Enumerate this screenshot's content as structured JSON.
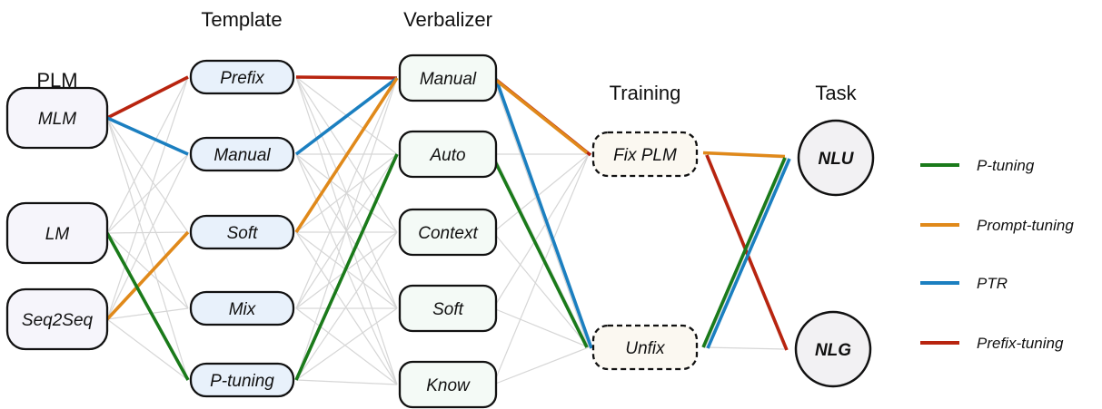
{
  "columns": {
    "plm": {
      "title": "PLM",
      "nodes": [
        {
          "id": "mlm",
          "label": "MLM"
        },
        {
          "id": "lm",
          "label": "LM"
        },
        {
          "id": "seq2seq",
          "label": "Seq2Seq"
        }
      ]
    },
    "template": {
      "title": "Template",
      "nodes": [
        {
          "id": "prefix",
          "label": "Prefix"
        },
        {
          "id": "manual",
          "label": "Manual"
        },
        {
          "id": "soft",
          "label": "Soft"
        },
        {
          "id": "mix",
          "label": "Mix"
        },
        {
          "id": "ptuning",
          "label": "P-tuning"
        }
      ]
    },
    "verbalizer": {
      "title": "Verbalizer",
      "nodes": [
        {
          "id": "manual",
          "label": "Manual"
        },
        {
          "id": "auto",
          "label": "Auto"
        },
        {
          "id": "context",
          "label": "Context"
        },
        {
          "id": "soft",
          "label": "Soft"
        },
        {
          "id": "know",
          "label": "Know"
        }
      ]
    },
    "training": {
      "title": "Training",
      "nodes": [
        {
          "id": "fixplm",
          "label": "Fix PLM"
        },
        {
          "id": "unfix",
          "label": "Unfix"
        }
      ]
    },
    "task": {
      "title": "Task",
      "nodes": [
        {
          "id": "nlu",
          "label": "NLU"
        },
        {
          "id": "nlg",
          "label": "NLG"
        }
      ]
    }
  },
  "colors": {
    "P-tuning": "#1a7a1a",
    "Prompt-tuning": "#e0891a",
    "PTR": "#1b7fc0",
    "Prefix-tuning": "#b8240f",
    "gray_edge": "#d6d6d6",
    "plm_fill": "#f6f5fb",
    "template_fill": "#e8f1fb",
    "verbalizer_fill": "#f4faf6",
    "training_fill": "#fbf8f1",
    "task_fill": "#f2f1f3"
  },
  "legend": [
    {
      "label": "P-tuning",
      "color_key": "P-tuning"
    },
    {
      "label": "Prompt-tuning",
      "color_key": "Prompt-tuning"
    },
    {
      "label": "PTR",
      "color_key": "PTR"
    },
    {
      "label": "Prefix-tuning",
      "color_key": "Prefix-tuning"
    }
  ],
  "paths": [
    {
      "method": "Prefix-tuning",
      "route": [
        "plm:mlm",
        "template:prefix",
        "verbalizer:manual",
        "training:fixplm",
        "task:nlg"
      ]
    },
    {
      "method": "PTR",
      "route": [
        "plm:mlm",
        "template:manual",
        "verbalizer:manual",
        "training:unfix",
        "task:nlu"
      ]
    },
    {
      "method": "Prompt-tuning",
      "route": [
        "plm:seq2seq",
        "template:soft",
        "verbalizer:manual",
        "training:fixplm",
        "task:nlu"
      ]
    },
    {
      "method": "P-tuning",
      "route": [
        "plm:lm",
        "template:ptuning",
        "verbalizer:auto",
        "training:unfix",
        "task:nlu"
      ]
    }
  ]
}
